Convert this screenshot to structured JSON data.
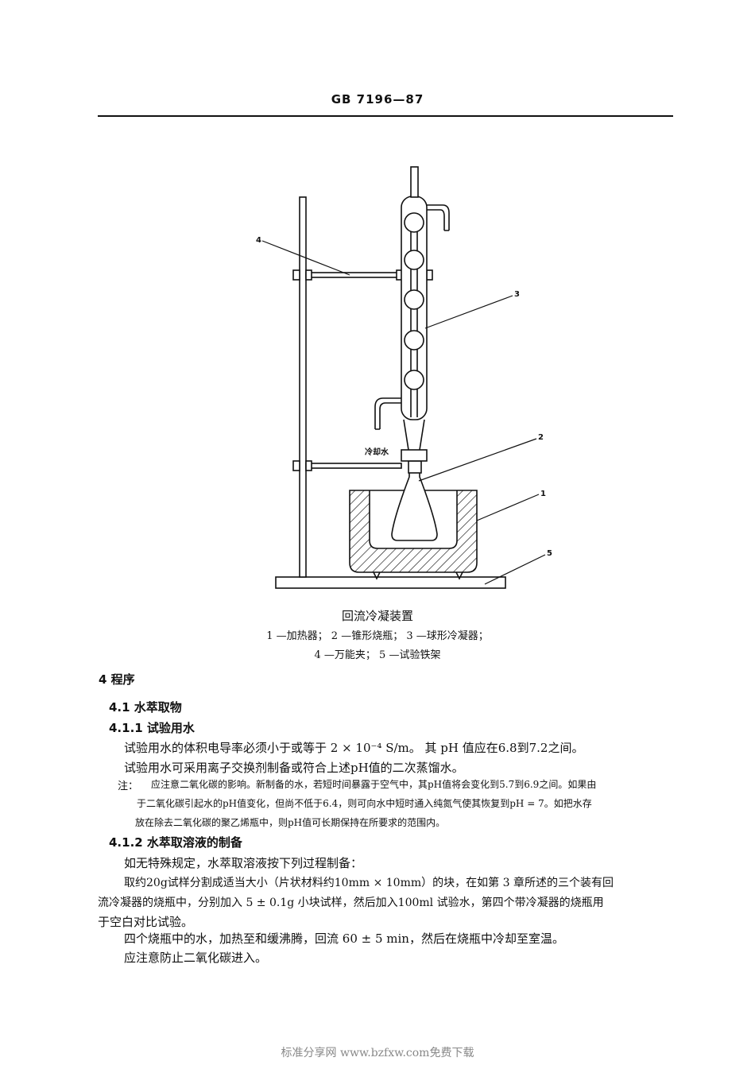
{
  "header": {
    "doc_number": "GB 7196—87"
  },
  "figure": {
    "caption": "回流冷凝装置",
    "legend_line1": "1 —加热器； 2 —锥形烧瓶； 3 —球形冷凝器；",
    "legend_line2": "4 —万能夹； 5 —试验铁架",
    "callouts": [
      "1",
      "2",
      "3",
      "4",
      "5"
    ],
    "cooling_water_label": "冷却水"
  },
  "section4": {
    "heading": "4  程序",
    "s41": {
      "heading": "4.1  水萃取物"
    },
    "s411": {
      "heading": "4.1.1  试验用水",
      "p1": "试验用水的体积电导率必须小于或等于 2 × 10⁻⁴ S/m。 其 pH 值应在6.8到7.2之间。",
      "p2": "试验用水可采用离子交换剂制备或符合上述pH值的二次蒸馏水。",
      "note_label": "注：",
      "note_l1": "应注意二氧化碳的影响。新制备的水，若短时间暴露于空气中，其pH值将会变化到5.7到6.9之间。如果由",
      "note_l2": "于二氧化碳引起水的pH值变化，但尚不低于6.4，则可向水中短时通入纯氮气使其恢复到pH = 7。如把水存",
      "note_l3": "放在除去二氧化碳的聚乙烯瓶中，则pH值可长期保持在所要求的范围内。"
    },
    "s412": {
      "heading": "4.1.2  水萃取溶液的制备",
      "p1": "如无特殊规定，水萃取溶液按下列过程制备：",
      "p2_l1": "取约20g试样分割成适当大小（片状材料约10mm × 10mm）的块，在如第 3 章所述的三个装有回",
      "p2_l2": "流冷凝器的烧瓶中，分别加入 5 ± 0.1g 小块试样，然后加入100ml 试验水，第四个带冷凝器的烧瓶用",
      "p2_l3": "于空白对比试验。",
      "p3": "四个烧瓶中的水，加热至和缓沸腾，回流 60 ± 5 min，然后在烧瓶中冷却至室温。",
      "p4": "应注意防止二氧化碳进入。"
    }
  },
  "footer": {
    "watermark": "标准分享网 www.bzfxw.com免费下载"
  }
}
